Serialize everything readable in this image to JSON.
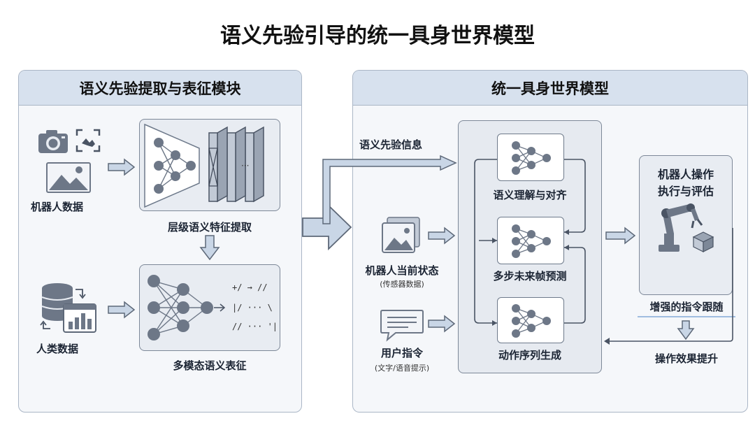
{
  "title": "语义先验引导的统一具身世界模型",
  "left_panel": {
    "header": "语义先验提取与表征模块",
    "robot_data_label": "机器人数据",
    "human_data_label": "人类数据",
    "hierarchical_label": "层级语义特征提取",
    "multimodal_label": "多模态语义表征",
    "code_lines": [
      "+/ → //",
      "|/ ··· \\",
      "// ··· '|"
    ]
  },
  "right_panel": {
    "header": "统一具身世界模型",
    "semantic_prior_info": "语义先验信息",
    "robot_state_label": "机器人当前状态",
    "robot_state_sub": "(传感器数据)",
    "user_instruction_label": "用户指令",
    "user_instruction_sub": "(文字/语音提示)",
    "module_semantic": "语义理解与对齐",
    "module_future": "多步未来帧预测",
    "module_action": "动作序列生成",
    "exec_title_line1": "机器人操作",
    "exec_title_line2": "执行与评估",
    "enhanced_following": "增强的指令跟随",
    "effect_improve": "操作效果提升"
  },
  "colors": {
    "panel_header": "#d7e1ee",
    "panel_bg": "#f5f7fa",
    "box_fill": "#e8ecf2",
    "arrow_fill": "#c9d6e6",
    "node_fill": "#6d7787",
    "accent_line": "#9fbde0"
  },
  "icons": [
    "camera-icon",
    "scan-icon",
    "image-icon",
    "database-icon",
    "dashboard-icon",
    "image-icon",
    "chat-icon",
    "robot-arm-icon",
    "cube-icon",
    "neural-network-icon"
  ]
}
